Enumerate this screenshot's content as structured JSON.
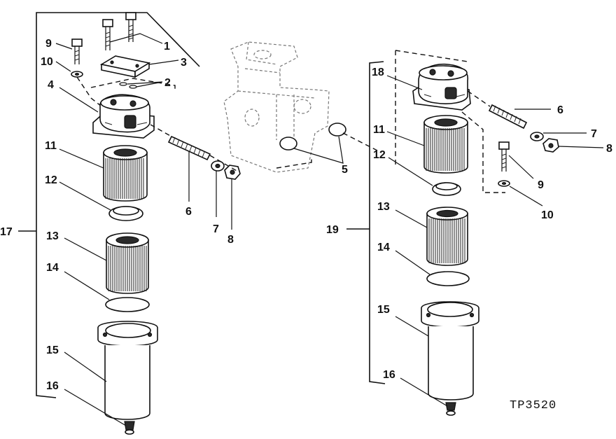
{
  "figure_code": "TP3520",
  "callouts": {
    "n1": "1",
    "n2": "2",
    "n3": "3",
    "n4": "4",
    "n5": "5",
    "n6a": "6",
    "n6b": "6",
    "n7a": "7",
    "n7b": "7",
    "n8a": "8",
    "n8b": "8",
    "n9a": "9",
    "n9b": "9",
    "n10a": "10",
    "n10b": "10",
    "n11a": "11",
    "n11b": "11",
    "n12a": "12",
    "n12b": "12",
    "n13a": "13",
    "n13b": "13",
    "n14a": "14",
    "n14b": "14",
    "n15a": "15",
    "n15b": "15",
    "n16a": "16",
    "n16b": "16",
    "n17": "17",
    "n18": "18",
    "n19": "19"
  }
}
